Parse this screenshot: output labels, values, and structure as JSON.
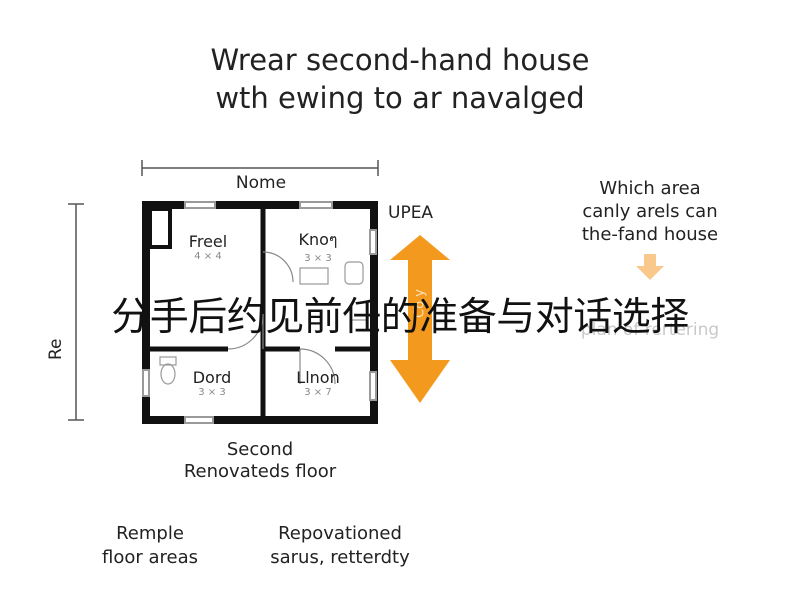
{
  "title": {
    "line1": "Wrear second-hand house",
    "line2": "wth ewing to ar navalged"
  },
  "plan": {
    "top_dimension_label": "Nome",
    "side_dimension_label": "Re",
    "rooms": [
      {
        "name": "Freel",
        "dims": "4 × 4"
      },
      {
        "name": "Knoๆ",
        "dims": "3 × 3"
      },
      {
        "name": "Dord",
        "dims": "3 × 3"
      },
      {
        "name": "Llnon",
        "dims": "3 × 7"
      }
    ],
    "arrow_header": "UPEA",
    "arrow_label": "Co y",
    "arrow_color": "#f39a1e",
    "caption_line1": "Second",
    "caption_line2": "Renovateds floor"
  },
  "side_note": {
    "line1": "Which area",
    "line2": "canly arels can",
    "line3": "the-fand house",
    "faded_text": "plan of rertering",
    "arrow_color": "#f8c98a"
  },
  "bottom_left": {
    "line1": "Remple",
    "line2": "floor areas"
  },
  "bottom_right": {
    "line1": "Repovationed",
    "line2": "sarus, retterdty"
  },
  "overlay_text": "分手后约见前任的准备与对话选择"
}
